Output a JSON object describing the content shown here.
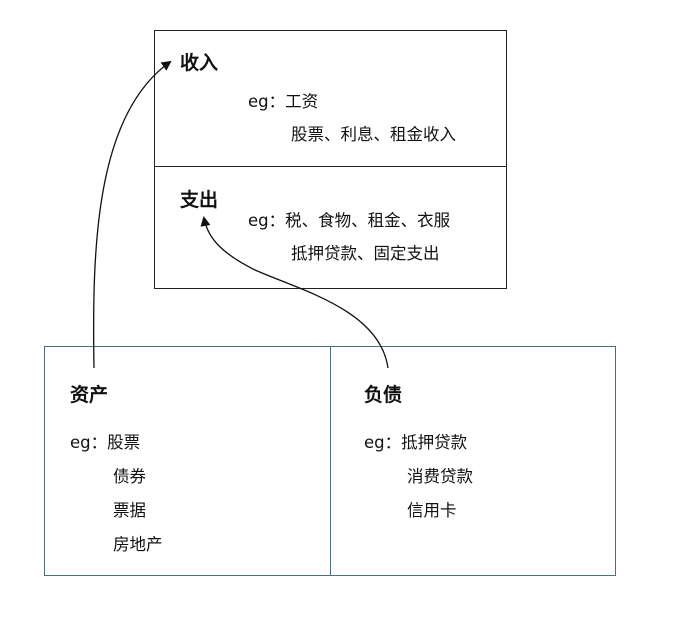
{
  "income": {
    "title": "收入",
    "example_prefix": "eg：",
    "lines": [
      "工资",
      "股票、利息、租金收入"
    ]
  },
  "expense": {
    "title": "支出",
    "example_prefix": "eg：",
    "lines": [
      "税、食物、租金、衣服",
      "抵押贷款、固定支出"
    ]
  },
  "assets": {
    "title": "资产",
    "example_prefix": "eg：",
    "lines": [
      "股票",
      "债券",
      "票据",
      "房地产"
    ]
  },
  "liabilities": {
    "title": "负债",
    "example_prefix": "eg：",
    "lines": [
      "抵押贷款",
      "消费贷款",
      "信用卡"
    ]
  }
}
